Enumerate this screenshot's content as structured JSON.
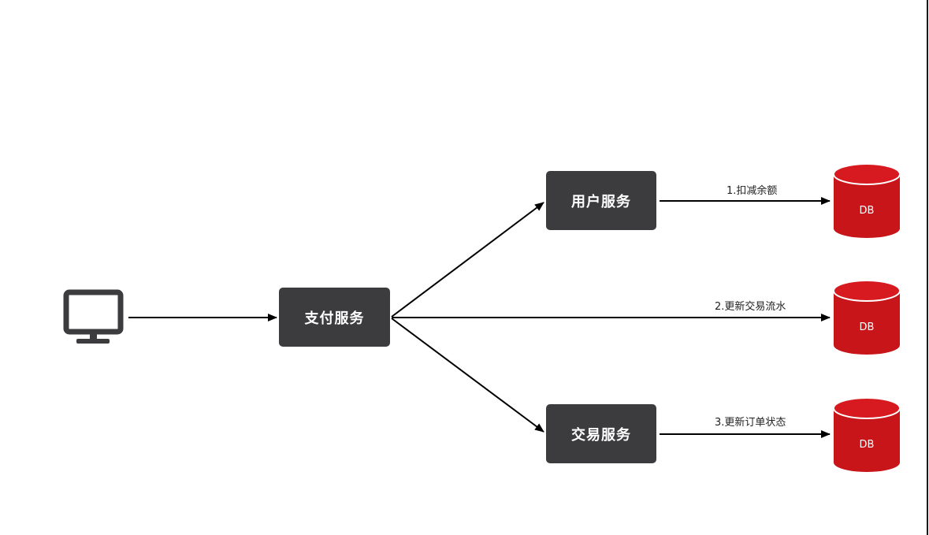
{
  "colors": {
    "service_box": "#3c3c3e",
    "database": "#c8151a",
    "database_top": "#d61a1f",
    "arrow": "#000000",
    "client_icon": "#3c3c3e"
  },
  "nodes": {
    "client": {
      "icon": "monitor-icon"
    },
    "payment_service": {
      "label": "支付服务"
    },
    "user_service": {
      "label": "用户服务"
    },
    "trade_service": {
      "label": "交易服务"
    },
    "databases": [
      {
        "label": "DB"
      },
      {
        "label": "DB"
      },
      {
        "label": "DB"
      }
    ]
  },
  "edges": {
    "deduct_balance": "1.扣减余额",
    "update_trade_flow": "2.更新交易流水",
    "update_order_status": "3.更新订单状态"
  }
}
